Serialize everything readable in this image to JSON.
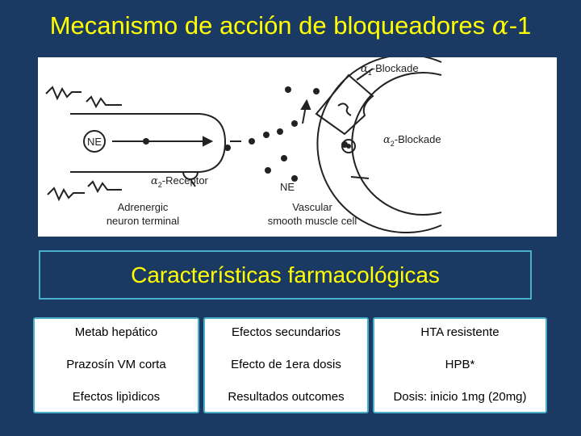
{
  "slide": {
    "title_text": "Mecanismo de acción de bloqueadores ",
    "title_symbol": "α",
    "title_suffix": "-1",
    "section_heading": "Características farmacológicas"
  },
  "figure": {
    "label_alpha1": "-Blockade",
    "label_alpha1_symbol": "α",
    "label_alpha1_sub": "1",
    "label_alpha2_block": "-Blockade",
    "label_alpha2_block_symbol": "α",
    "label_alpha2_block_sub": "2",
    "label_alpha2_receptor": "-Receptor",
    "label_alpha2_receptor_symbol": "α",
    "label_alpha2_receptor_sub": "2",
    "label_ne_circle": "NE",
    "label_ne": "NE",
    "label_neuron_1": "Adrenergic",
    "label_neuron_2": "neuron terminal",
    "label_muscle_1": "Vascular",
    "label_muscle_2": "smooth muscle cell"
  },
  "boxes": [
    {
      "lines": [
        "Metab hepático",
        "Prazosín VM corta",
        "Efectos lipìdicos"
      ]
    },
    {
      "lines": [
        "Efectos secundarios",
        "Efecto de 1era dosis",
        "Resultados outcomes"
      ]
    },
    {
      "lines": [
        "HTA resistente",
        "HPB*",
        "Dosis: inicio 1mg (20mg)"
      ]
    }
  ]
}
